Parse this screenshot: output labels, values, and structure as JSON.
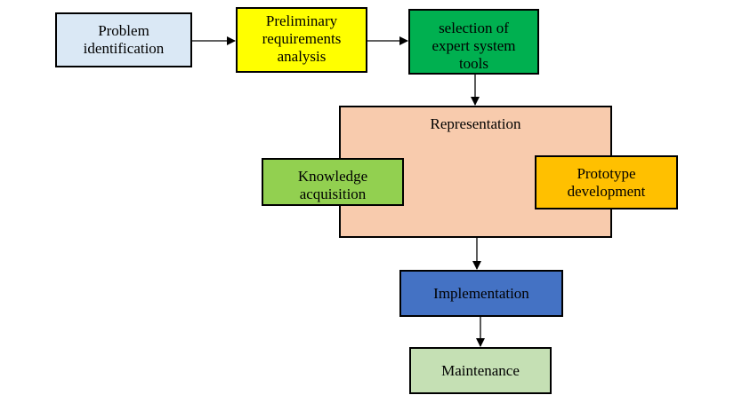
{
  "colors": {
    "problem_identification": "#dae8f5",
    "preliminary_requirements": "#ffff00",
    "selection_tools": "#00b050",
    "representation": "#f8cbad",
    "knowledge_acquisition": "#92d050",
    "prototype_development": "#ffc000",
    "implementation": "#4472c4",
    "maintenance": "#c5e0b4",
    "border": "#000000",
    "arrow": "#000000"
  },
  "nodes": {
    "problem_identification": "Problem\nidentification",
    "preliminary_requirements": "Preliminary\nrequirements\nanalysis",
    "selection_tools": "selection of\nexpert system\ntools",
    "representation": "Representation",
    "knowledge_acquisition": "Knowledge\nacquisition",
    "prototype_development": "Prototype\ndevelopment",
    "implementation": "Implementation",
    "maintenance": "Maintenance"
  },
  "edges": [
    {
      "from": "problem_identification",
      "to": "preliminary_requirements"
    },
    {
      "from": "preliminary_requirements",
      "to": "selection_tools"
    },
    {
      "from": "selection_tools",
      "to": "representation"
    },
    {
      "from": "representation",
      "to": "implementation"
    },
    {
      "from": "implementation",
      "to": "maintenance"
    }
  ]
}
